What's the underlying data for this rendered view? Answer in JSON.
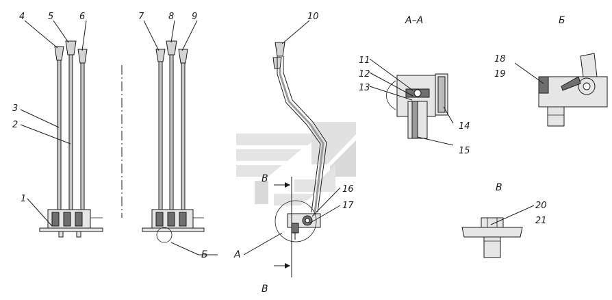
{
  "figure": {
    "parts": [
      "1",
      "2",
      "3",
      "4",
      "5",
      "6",
      "7",
      "8",
      "9",
      "10",
      "11",
      "12",
      "13",
      "14",
      "15",
      "16",
      "17",
      "18",
      "19",
      "20",
      "21"
    ],
    "section_aa": "А–А",
    "view_b": "Б",
    "view_v": "В",
    "cut_a": "А",
    "cut_b": "Б",
    "cut_v_top": "В",
    "cut_v_bottom": "В"
  },
  "watermark": {
    "colors": [
      "#d8d8d8",
      "#c4c4c4"
    ]
  }
}
